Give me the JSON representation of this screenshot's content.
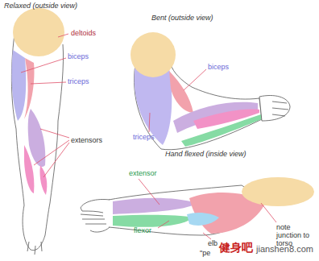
{
  "diagram": {
    "labels": [
      "Relaxed (outside view)",
      "deltoids",
      "biceps",
      "triceps",
      "extensors",
      "Bent (outside view)",
      "biceps",
      "triceps",
      "Hand flexed (inside view)",
      "extensor",
      "flexor",
      "elb",
      "\"pe",
      "note junction to torso",
      "健身吧",
      "jianshen8.com"
    ]
  }
}
